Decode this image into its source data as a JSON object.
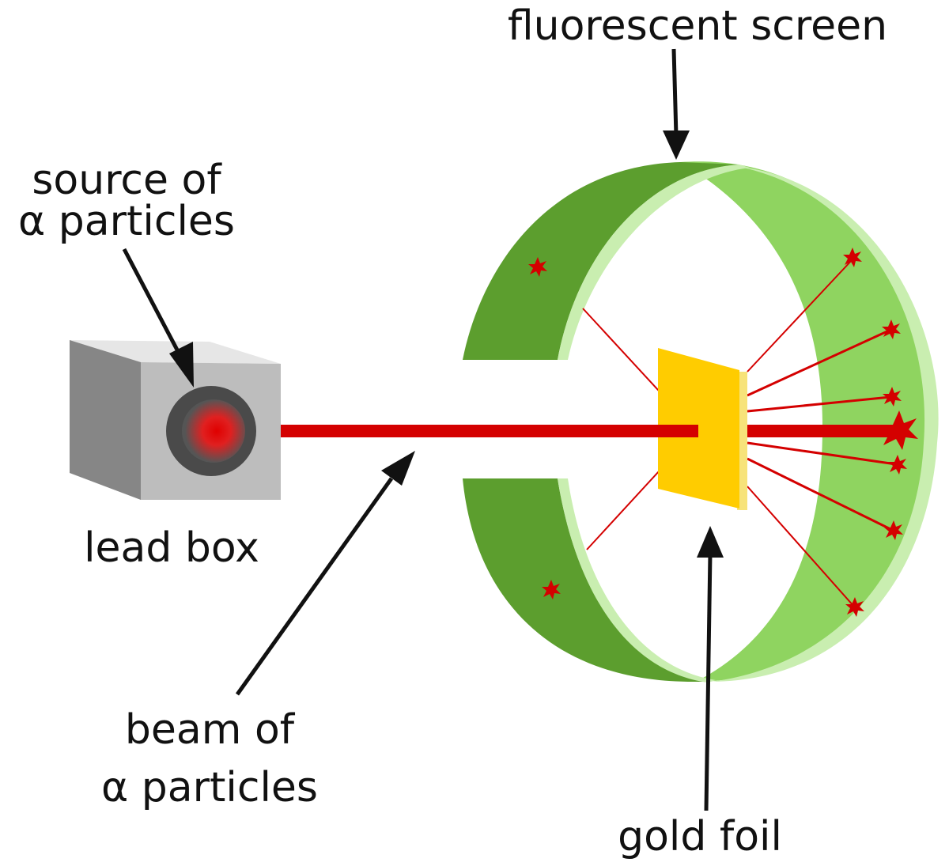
{
  "labels": {
    "fluorescent_screen": "fluorescent screen",
    "source_line1": "source of",
    "source_line2": "α particles",
    "lead_box": "lead box",
    "beam_line1": "beam of",
    "beam_line2": "α particles",
    "gold_foil": "gold foil"
  },
  "colors": {
    "screen_dark_green": "#5c9e2e",
    "screen_light_green": "#8fd460",
    "screen_rim": "#c9eeb0",
    "beam_red": "#d40000",
    "gold_foil": "#ffcc00",
    "gold_foil_edge": "#f7e37a",
    "lead_box_front": "#bdbdbd",
    "lead_box_side": "#868686",
    "lead_box_top": "#e6e6e6",
    "aperture_ring": "#4a4a4a",
    "arrow": "#111111"
  },
  "icons": {
    "scintillation": "star-flash-icon"
  }
}
